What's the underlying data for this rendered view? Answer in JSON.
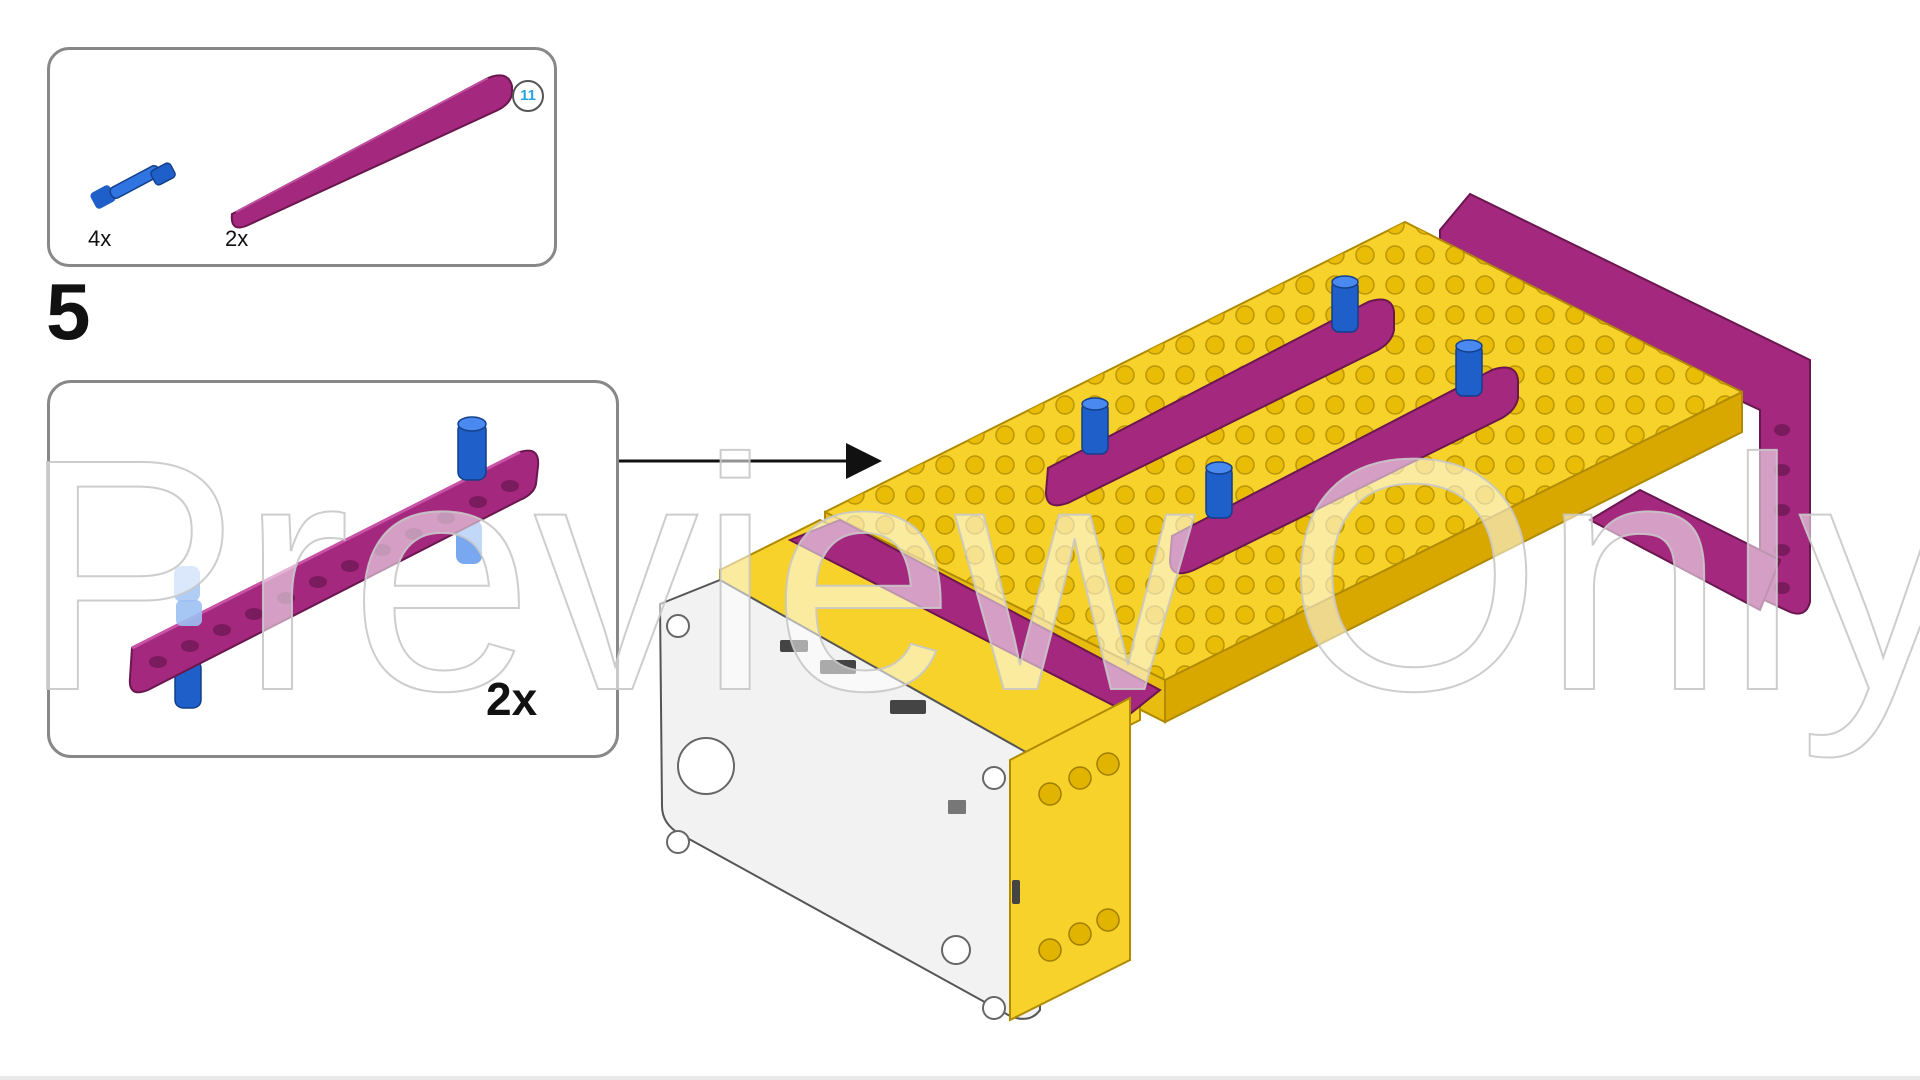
{
  "parts_list": {
    "items": [
      {
        "icon": "blue-axle-pin-icon",
        "quantity": "4x"
      },
      {
        "icon": "magenta-11-beam-icon",
        "quantity": "2x",
        "length_callout": "11"
      }
    ]
  },
  "step": {
    "number": "5",
    "subassembly_multiplier": "2x"
  },
  "watermark": "Preview Only",
  "colors": {
    "beam": "#a3287e",
    "beam_dark": "#7a1b5e",
    "pin": "#1f5fc9",
    "plate": "#f7d22a",
    "plate_dark": "#d9a800",
    "hub": "#f2f2f2"
  }
}
